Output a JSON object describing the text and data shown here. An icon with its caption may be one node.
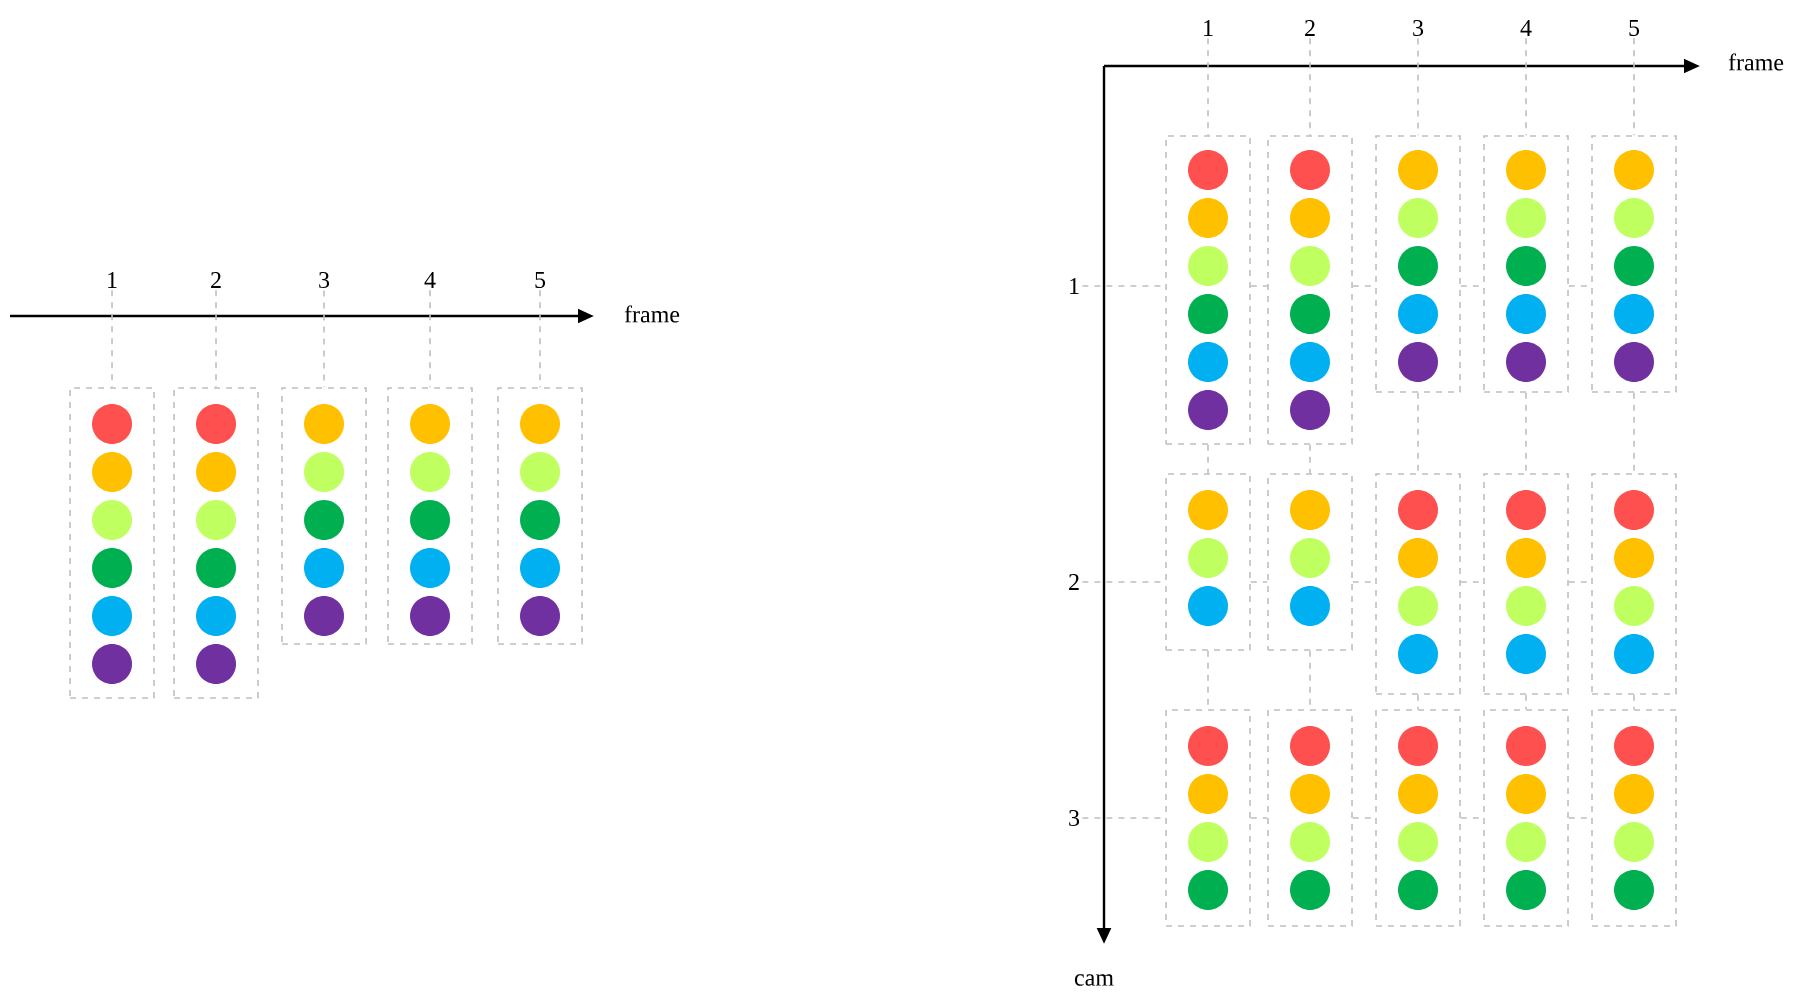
{
  "diagram": {
    "nodes": [
      {
        "text": [
          "1"
        ]
      },
      {
        "text": [
          "2"
        ]
      },
      {
        "text": [
          "3"
        ]
      },
      {
        "text": [
          "4"
        ]
      },
      {
        "text": [
          "5"
        ]
      },
      {
        "text": [],
        "shape": "box"
      },
      {
        "text": [],
        "shape": "box"
      },
      {
        "text": [],
        "shape": "box"
      },
      {
        "text": [],
        "shape": "box"
      },
      {
        "text": [],
        "shape": "box"
      },
      {
        "text": [
          "1"
        ]
      },
      {
        "text": [
          "2"
        ]
      },
      {
        "text": [
          "3"
        ]
      },
      {
        "text": [
          "4"
        ]
      },
      {
        "text": [
          "5"
        ]
      },
      {
        "text": [
          "1"
        ]
      },
      {
        "text": [
          "2"
        ]
      },
      {
        "text": [
          "3"
        ]
      },
      {
        "text": [],
        "shape": "box"
      },
      {
        "text": [],
        "shape": "box"
      },
      {
        "text": [],
        "shape": "box"
      },
      {
        "text": [],
        "shape": "box"
      },
      {
        "text": [],
        "shape": "box"
      },
      {
        "text": [],
        "shape": "box"
      },
      {
        "text": [],
        "shape": "box"
      },
      {
        "text": [],
        "shape": "box"
      },
      {
        "text": [],
        "shape": "box"
      },
      {
        "text": [],
        "shape": "box"
      },
      {
        "text": [],
        "shape": "box"
      },
      {
        "text": [],
        "shape": "box"
      },
      {
        "text": [],
        "shape": "box"
      },
      {
        "text": [],
        "shape": "box"
      },
      {
        "text": [],
        "shape": "box"
      }
    ],
    "edges": [
      {
        "from": 0,
        "to": 5,
        "arrow": "none",
        "style": "dashed"
      },
      {
        "from": 1,
        "to": 6,
        "arrow": "none",
        "style": "dashed"
      },
      {
        "from": 2,
        "to": 7,
        "arrow": "none",
        "style": "dashed"
      },
      {
        "from": 3,
        "to": 8,
        "arrow": "none",
        "style": "dashed"
      },
      {
        "from": 4,
        "to": 9,
        "arrow": "none",
        "style": "dashed"
      },
      {
        "from": 10,
        "to": 18,
        "arrow": "none",
        "style": "dashed"
      },
      {
        "from": 11,
        "to": 19,
        "arrow": "none",
        "style": "dashed"
      },
      {
        "from": 12,
        "to": 20,
        "arrow": "none",
        "style": "dashed"
      },
      {
        "from": 13,
        "to": 21,
        "arrow": "none",
        "style": "dashed"
      },
      {
        "from": 14,
        "to": 22,
        "arrow": "none",
        "style": "dashed"
      },
      {
        "from": 18,
        "to": 23,
        "arrow": "none",
        "style": "dashed"
      },
      {
        "from": 19,
        "to": 24,
        "arrow": "none",
        "style": "dashed"
      },
      {
        "from": 20,
        "to": 25,
        "arrow": "none",
        "style": "dashed"
      },
      {
        "from": 21,
        "to": 26,
        "arrow": "none",
        "style": "dashed"
      },
      {
        "from": 22,
        "to": 27,
        "arrow": "none",
        "style": "dashed"
      },
      {
        "from": 23,
        "to": 28,
        "arrow": "none",
        "style": "dashed"
      },
      {
        "from": 24,
        "to": 29,
        "arrow": "none",
        "style": "dashed"
      },
      {
        "from": 25,
        "to": 30,
        "arrow": "none",
        "style": "dashed"
      },
      {
        "from": 26,
        "to": 31,
        "arrow": "none",
        "style": "dashed"
      },
      {
        "from": 27,
        "to": 32,
        "arrow": "none",
        "style": "dashed"
      },
      {
        "from": 15,
        "to": 18,
        "arrow": "none",
        "style": "dashed"
      },
      {
        "from": 18,
        "to": 19,
        "arrow": "none",
        "style": "dashed"
      },
      {
        "from": 19,
        "to": 20,
        "arrow": "none",
        "style": "dashed"
      },
      {
        "from": 20,
        "to": 21,
        "arrow": "none",
        "style": "dashed"
      },
      {
        "from": 21,
        "to": 22,
        "arrow": "none",
        "style": "dashed"
      },
      {
        "from": 16,
        "to": 23,
        "arrow": "none",
        "style": "dashed"
      },
      {
        "from": 23,
        "to": 24,
        "arrow": "none",
        "style": "dashed"
      },
      {
        "from": 24,
        "to": 25,
        "arrow": "none",
        "style": "dashed"
      },
      {
        "from": 25,
        "to": 26,
        "arrow": "none",
        "style": "dashed"
      },
      {
        "from": 26,
        "to": 27,
        "arrow": "none",
        "style": "dashed"
      },
      {
        "from": 17,
        "to": 28,
        "arrow": "none",
        "style": "dashed"
      },
      {
        "from": 28,
        "to": 29,
        "arrow": "none",
        "style": "dashed"
      },
      {
        "from": 29,
        "to": 30,
        "arrow": "none",
        "style": "dashed"
      },
      {
        "from": 30,
        "to": 31,
        "arrow": "none",
        "style": "dashed"
      },
      {
        "from": 31,
        "to": 32,
        "arrow": "none",
        "style": "dashed"
      }
    ],
    "labels": [
      "frame",
      "frame",
      "cam"
    ]
  }
}
